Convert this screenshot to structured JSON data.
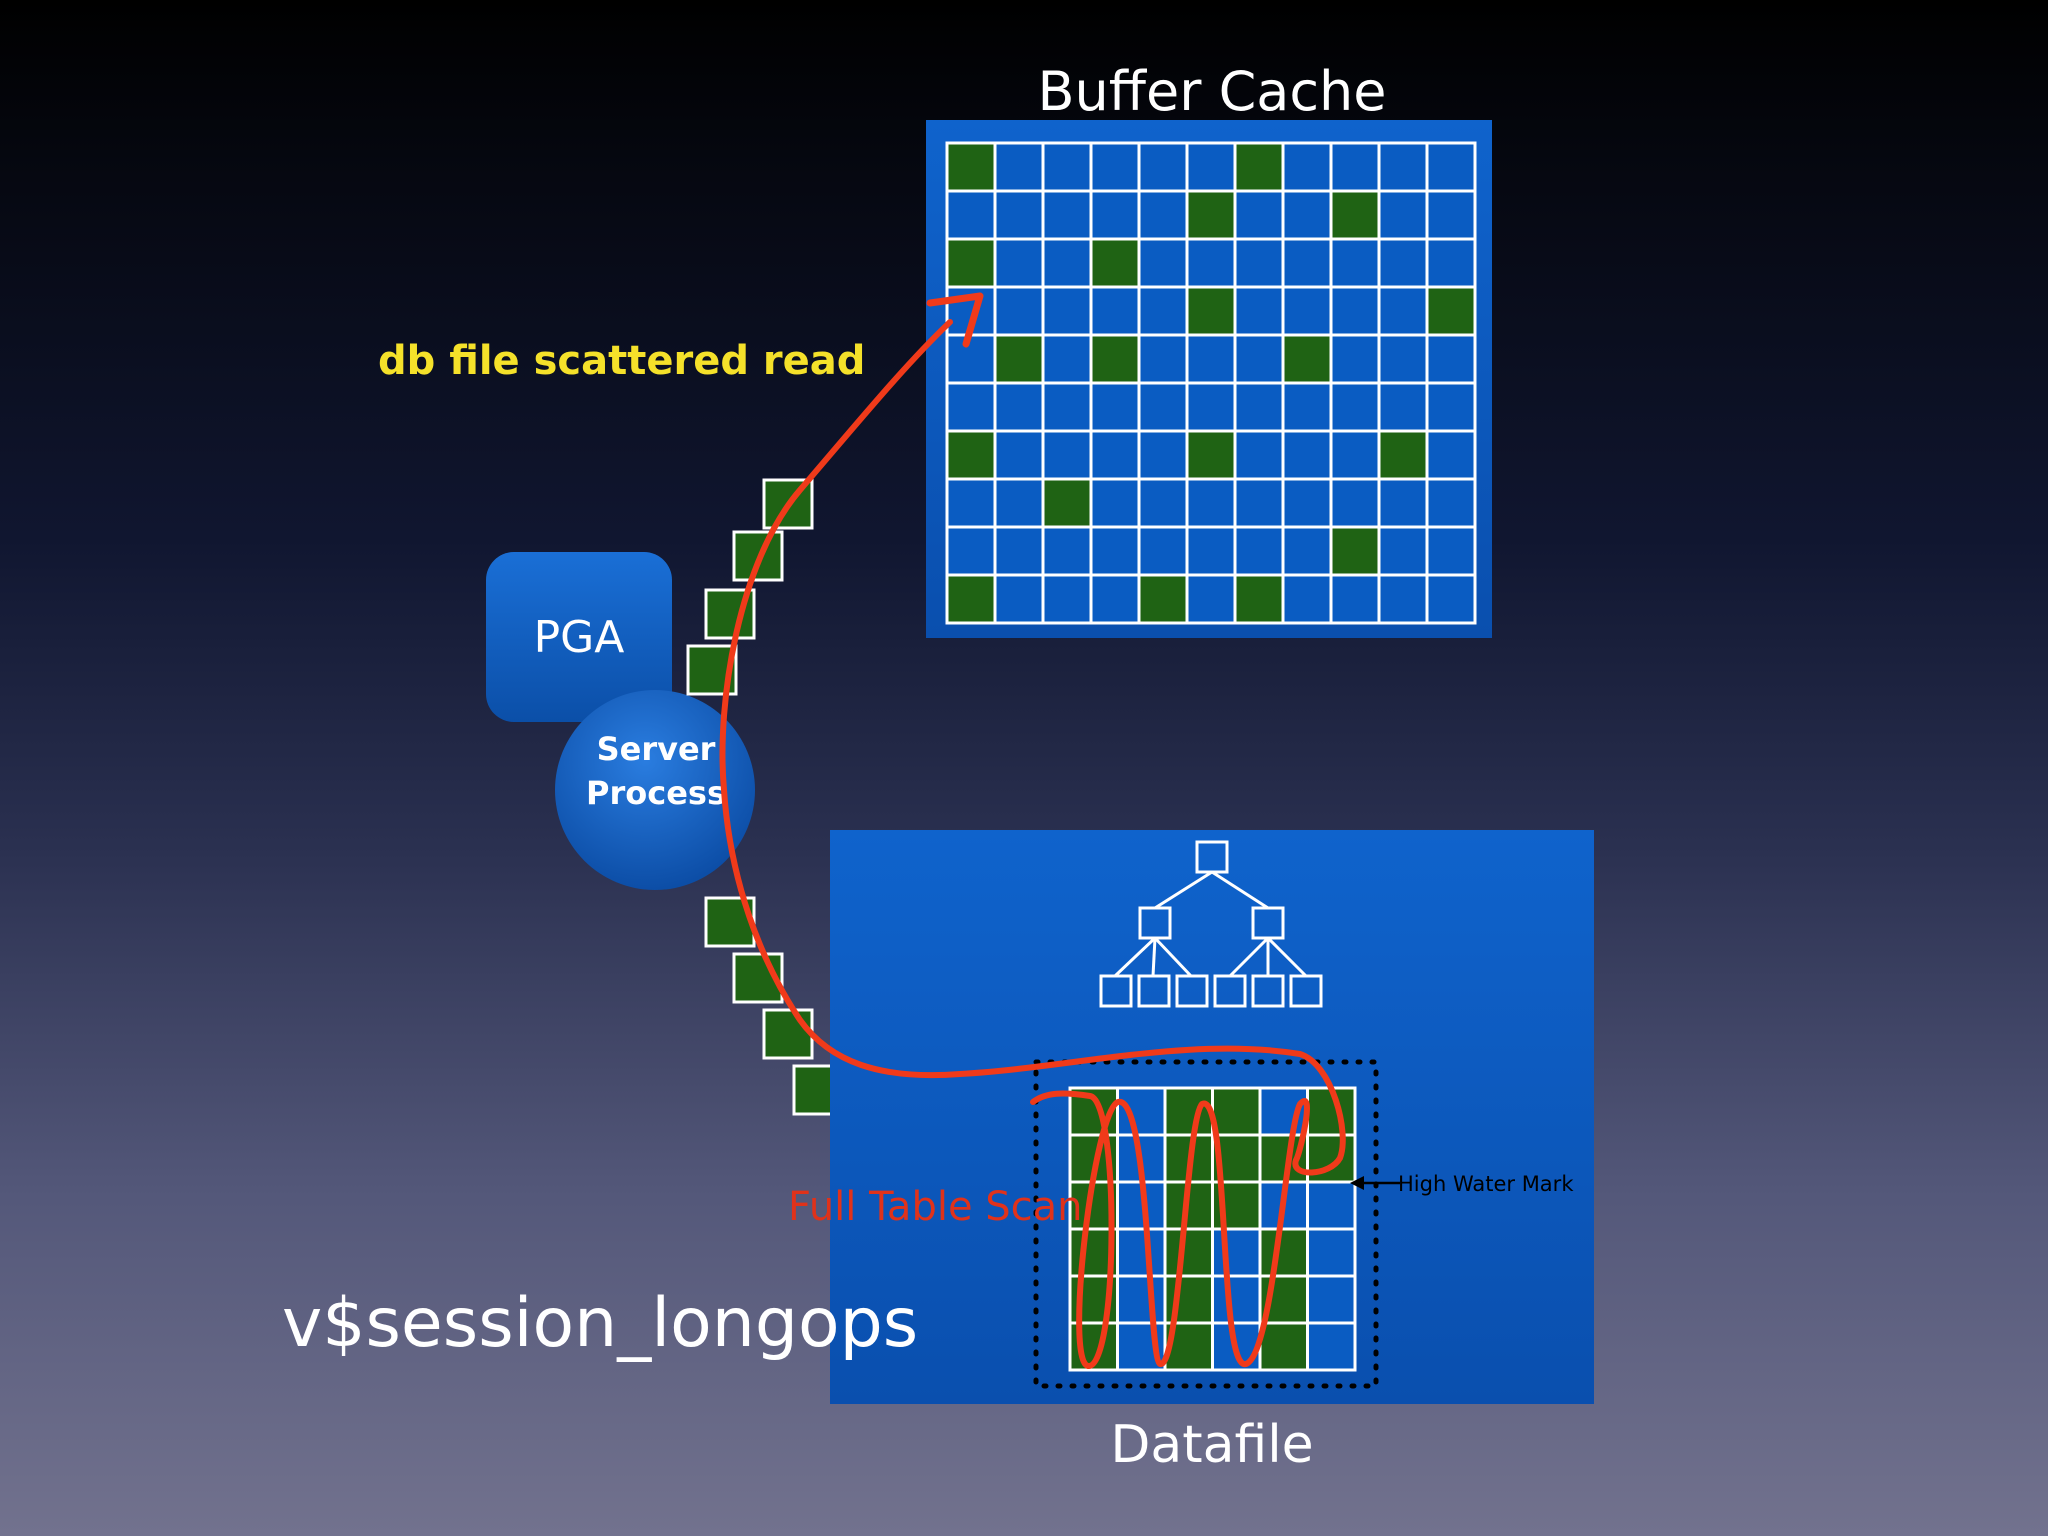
{
  "labels": {
    "buffer_cache": "Buffer Cache",
    "read_event": "db file scattered read",
    "pga": "PGA",
    "server_process_line1": "Server",
    "server_process_line2": "Process",
    "datafile": "Datafile",
    "high_water_mark": "High Water Mark",
    "full_table_scan": "Full Table Scan",
    "view_name": "v$session_longops"
  },
  "colors": {
    "cache_block": "#0a5cc2",
    "cached_block": "#1f6314",
    "grid_line": "#ffffff",
    "panel_blue": "#0d5bc0",
    "read_event": "#f5e12a",
    "scan_path": "#f03a1a"
  },
  "buffer_cache": {
    "rows": 10,
    "cols": 11,
    "green_cells": [
      [
        0,
        0
      ],
      [
        0,
        6
      ],
      [
        1,
        5
      ],
      [
        1,
        8
      ],
      [
        2,
        0
      ],
      [
        2,
        3
      ],
      [
        3,
        5
      ],
      [
        3,
        10
      ],
      [
        4,
        1
      ],
      [
        4,
        3
      ],
      [
        4,
        7
      ],
      [
        6,
        0
      ],
      [
        6,
        5
      ],
      [
        6,
        9
      ],
      [
        7,
        2
      ],
      [
        8,
        8
      ],
      [
        9,
        0
      ],
      [
        9,
        4
      ],
      [
        9,
        6
      ]
    ]
  },
  "datafile_table": {
    "rows": 6,
    "cols": 6,
    "green_cells": [
      [
        0,
        0
      ],
      [
        0,
        2
      ],
      [
        0,
        3
      ],
      [
        0,
        5
      ],
      [
        1,
        0
      ],
      [
        1,
        2
      ],
      [
        1,
        3
      ],
      [
        1,
        4
      ],
      [
        1,
        5
      ],
      [
        2,
        0
      ],
      [
        2,
        2
      ],
      [
        2,
        3
      ],
      [
        3,
        0
      ],
      [
        3,
        2
      ],
      [
        3,
        4
      ],
      [
        4,
        0
      ],
      [
        4,
        2
      ],
      [
        4,
        4
      ],
      [
        5,
        0
      ],
      [
        5,
        2
      ],
      [
        5,
        4
      ]
    ]
  }
}
